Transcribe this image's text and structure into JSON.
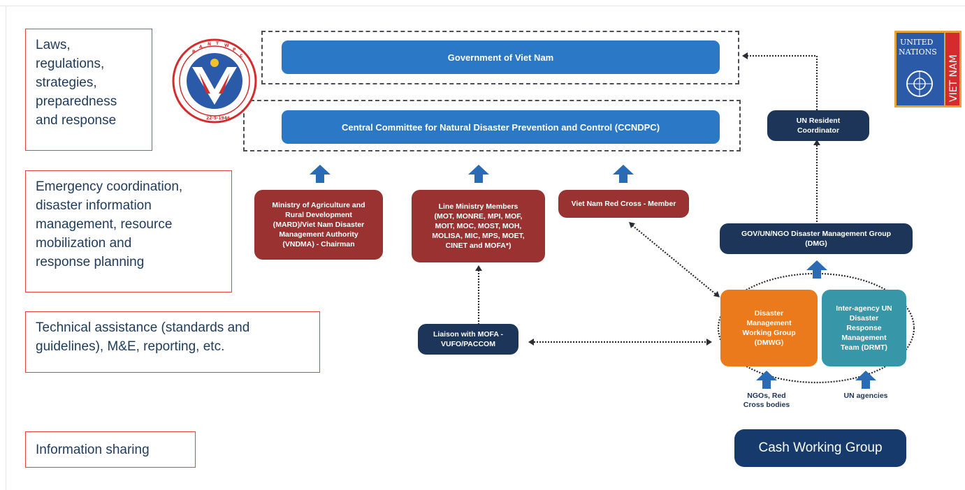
{
  "left_panel": {
    "box1": "Laws, regulations, strategies, preparedness and response",
    "box1_lines": [
      "Laws,",
      "regulations,",
      "strategies,",
      "preparedness",
      "and response"
    ],
    "box2_lines": [
      "Emergency coordination,",
      "disaster information",
      "management, resource",
      "mobilization and",
      "response planning"
    ],
    "box3_lines": [
      "Technical assistance (standards and",
      "guidelines), M&E, reporting, etc."
    ],
    "box4": "Information sharing"
  },
  "diagram": {
    "government": "Government of Viet Nam",
    "ccndpc": "Central Committee for Natural Disaster Prevention and Control (CCNDPC)",
    "mard_lines": [
      "Ministry of Agriculture and",
      "Rural Development",
      "(MARD)/Viet Nam Disaster",
      "Management Authority",
      "(VNDMA) - Chairman"
    ],
    "line_ministry_lines": [
      "Line Ministry Members",
      "(MOT, MONRE, MPI, MOF,",
      "MOIT, MOC, MOST, MOH,",
      "MOLISA, MIC, MPS, MOET,",
      "CINET and MOFA*)"
    ],
    "red_cross": "Viet Nam Red Cross - Member",
    "un_rc_lines": [
      "UN Resident",
      "Coordinator"
    ],
    "dmg_lines": [
      "GOV/UN/NGO Disaster Management Group",
      "(DMG)"
    ],
    "liaison_lines": [
      "Liaison with MOFA -",
      "VUFO/PACCOM"
    ],
    "dmwg_lines": [
      "Disaster",
      "Management",
      "Working Group",
      "(DMWG)"
    ],
    "drmt_lines": [
      "Inter-agency UN",
      "Disaster",
      "Response",
      "Management",
      "Team (DRMT)"
    ],
    "ngos_lines": [
      "NGOs, Red",
      "Cross bodies"
    ],
    "un_agencies": "UN agencies"
  },
  "logos": {
    "left_logo_icon": "vietnam-disaster-committee-seal",
    "right_logo_icon": "united-nations-vietnam-logo",
    "right_logo_text": [
      "UNITED",
      "NATIONS",
      "VIET NAM"
    ]
  },
  "cash_working_group_button": "Cash Working Group",
  "colors": {
    "bar_blue": "#2b78c6",
    "red": "#9a3232",
    "navy": "#1d3558",
    "orange": "#ea7a1c",
    "teal": "#3796a8",
    "box_border": "#e0463a",
    "cash_button": "#153a6b"
  }
}
